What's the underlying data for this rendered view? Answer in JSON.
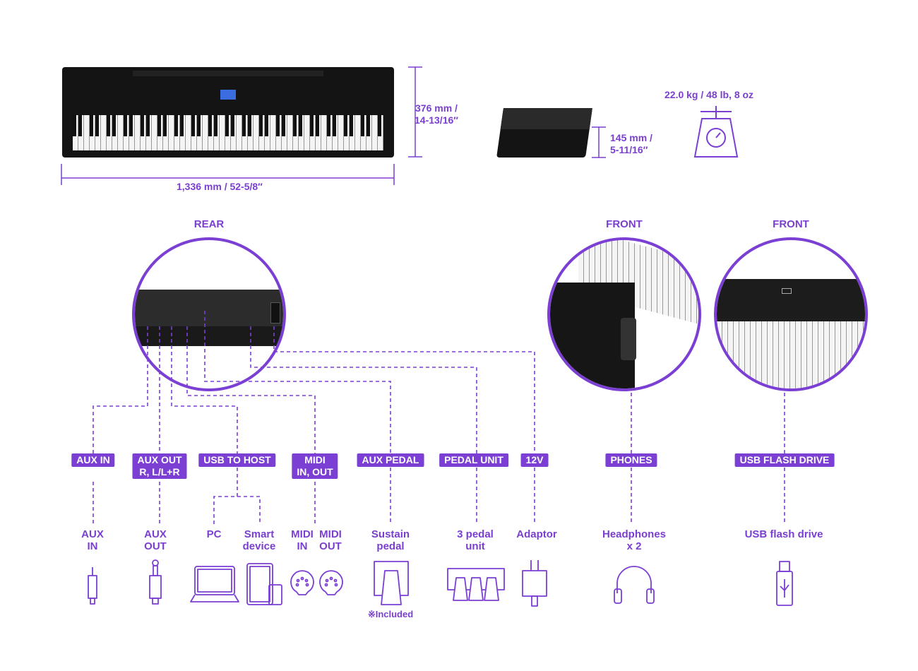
{
  "dimensions": {
    "width": "1,336 mm / 52-5/8″",
    "height_line1": "376 mm /",
    "height_line2": "14-13/16″",
    "depth_line1": "145 mm /",
    "depth_line2": "5-11/16″",
    "weight": "22.0 kg / 48 lb, 8 oz"
  },
  "sections": {
    "rear": "REAR",
    "front1": "FRONT",
    "front2": "FRONT"
  },
  "connectors": [
    {
      "label": "AUX IN"
    },
    {
      "label1": "AUX OUT",
      "label2": "R, L/L+R"
    },
    {
      "label": "USB TO HOST"
    },
    {
      "label1": "MIDI",
      "label2": "IN, OUT"
    },
    {
      "label": "AUX PEDAL"
    },
    {
      "label": "PEDAL UNIT"
    },
    {
      "label": "12V"
    },
    {
      "label": "PHONES"
    },
    {
      "label": "USB FLASH DRIVE"
    }
  ],
  "devices": {
    "aux_in": [
      "AUX",
      "IN"
    ],
    "aux_out": [
      "AUX",
      "OUT"
    ],
    "pc": "PC",
    "smart": [
      "Smart",
      "device"
    ],
    "midi_in": [
      "MIDI",
      "IN"
    ],
    "midi_out": [
      "MIDI",
      "OUT"
    ],
    "sustain": [
      "Sustain",
      "pedal"
    ],
    "sustain_note": "※Included",
    "pedal3": [
      "3 pedal",
      "unit"
    ],
    "adaptor": "Adaptor",
    "headphones": [
      "Headphones",
      "x 2"
    ],
    "usb": "USB flash drive"
  },
  "accent": "#7b3fd4"
}
